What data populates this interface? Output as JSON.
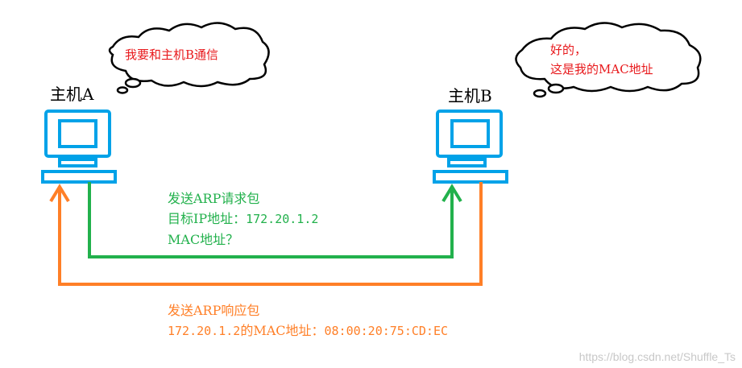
{
  "host_a": {
    "label": "主机A",
    "bubble": "我要和主机B通信"
  },
  "host_b": {
    "label": "主机B",
    "bubble_line1": "好的，",
    "bubble_line2": "这是我的MAC地址"
  },
  "request": {
    "line1": "发送ARP请求包",
    "line2_label": "目标IP地址：",
    "line2_value": "172.20.1.2",
    "line3": "MAC地址？"
  },
  "reply": {
    "line1": "发送ARP响应包",
    "line2_ip": "172.20.1.2",
    "line2_label": "的MAC地址：",
    "line2_mac": "08:00:20:75:CD:EC"
  },
  "watermark": "https://blog.csdn.net/Shuffle_Ts",
  "colors": {
    "computer": "#00a2e8",
    "request_arrow": "#22b14c",
    "reply_arrow": "#ff7f27",
    "bubble_text": "#e8181b"
  }
}
